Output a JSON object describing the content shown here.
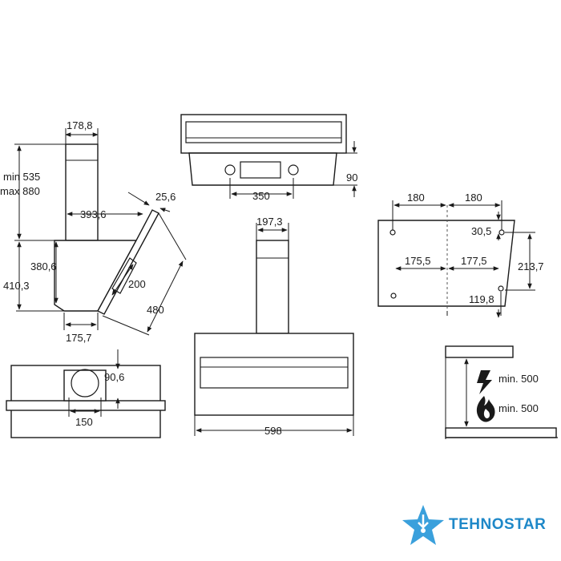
{
  "side_view": {
    "top_width": "178,8",
    "min_label": "min 535",
    "max_label": "max 880",
    "depth": "393,6",
    "panel_thickness": "25,6",
    "height_a": "380,6",
    "height_b": "410,3",
    "panel_depth": "200",
    "panel_length": "480",
    "base_width": "175,7"
  },
  "top_view": {
    "control_spacing": "350",
    "height": "90"
  },
  "mounting": {
    "left_offset": "180",
    "right_offset": "180",
    "top_offset": "30,5",
    "mid_left": "175,5",
    "mid_right": "177,5",
    "vertical": "213,7",
    "bottom_offset": "119,8"
  },
  "bottom_view": {
    "outlet_offset": "90,6",
    "outlet_diameter": "150"
  },
  "front_view": {
    "chimney_width": "197,3",
    "total_width": "598"
  },
  "clearance": {
    "electric": "min. 500",
    "gas": "min. 500"
  },
  "brand": {
    "name_part1": "TEHNO",
    "name_part2": "STAR",
    "color1": "#1e88c8",
    "color2": "#1e88c8",
    "star_color": "#3aa0dc"
  },
  "icons": [
    "lightning-icon",
    "flame-icon",
    "star-logo-icon"
  ]
}
